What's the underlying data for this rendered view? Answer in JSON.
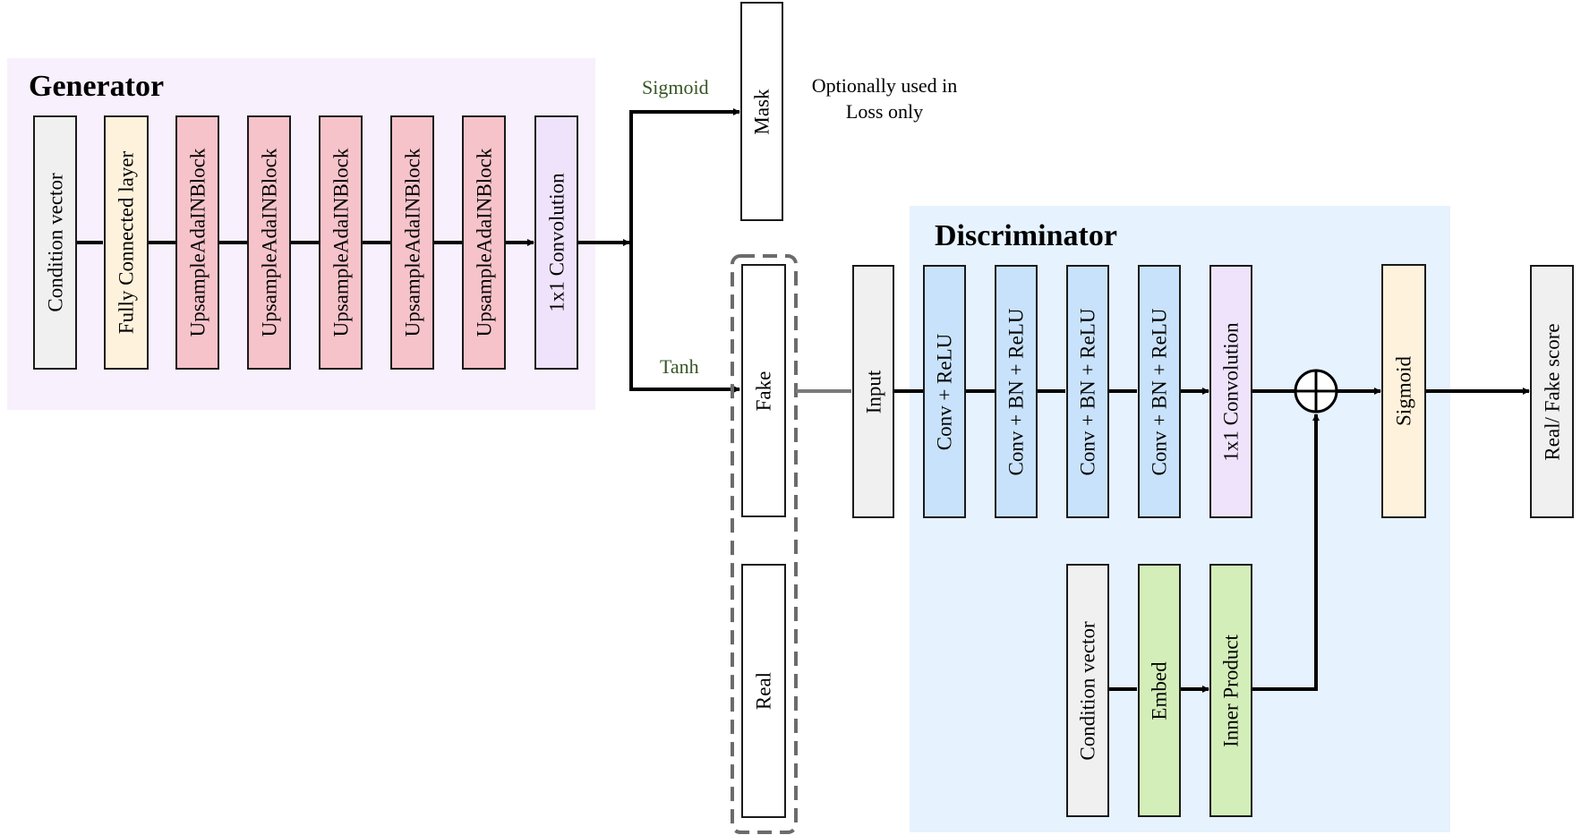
{
  "generator": {
    "title": "Generator",
    "blocks": [
      "Condition vector",
      "Fully Connected layer",
      "UpsampleAdaINBlock",
      "UpsampleAdaINBlock",
      "UpsampleAdaINBlock",
      "UpsampleAdaINBlock",
      "UpsampleAdaINBlock",
      "1x1 Convolution"
    ]
  },
  "outputs": {
    "sigmoid_label": "Sigmoid",
    "tanh_label": "Tanh",
    "mask": "Mask",
    "mask_note_line1": "Optionally used in",
    "mask_note_line2": "Loss only",
    "fake": "Fake",
    "real": "Real"
  },
  "discriminator": {
    "title": "Discriminator",
    "input": "Input",
    "blocks": [
      "Conv + ReLU",
      "Conv + BN + ReLU",
      "Conv + BN + ReLU",
      "Conv + BN + ReLU",
      "1x1 Convolution"
    ],
    "sigmoid": "Sigmoid",
    "output": "Real/ Fake  score",
    "condition": "Condition vector",
    "embed": "Embed",
    "inner_product": "Inner Product"
  },
  "colors": {
    "generator_bg": "#f8f0fd",
    "discriminator_bg": "#e6f2fe",
    "label_green": "#375623",
    "upsample_block": "#f6c3ca",
    "conv_block": "#c8e2fb",
    "embed_block": "#d3eeb9"
  }
}
